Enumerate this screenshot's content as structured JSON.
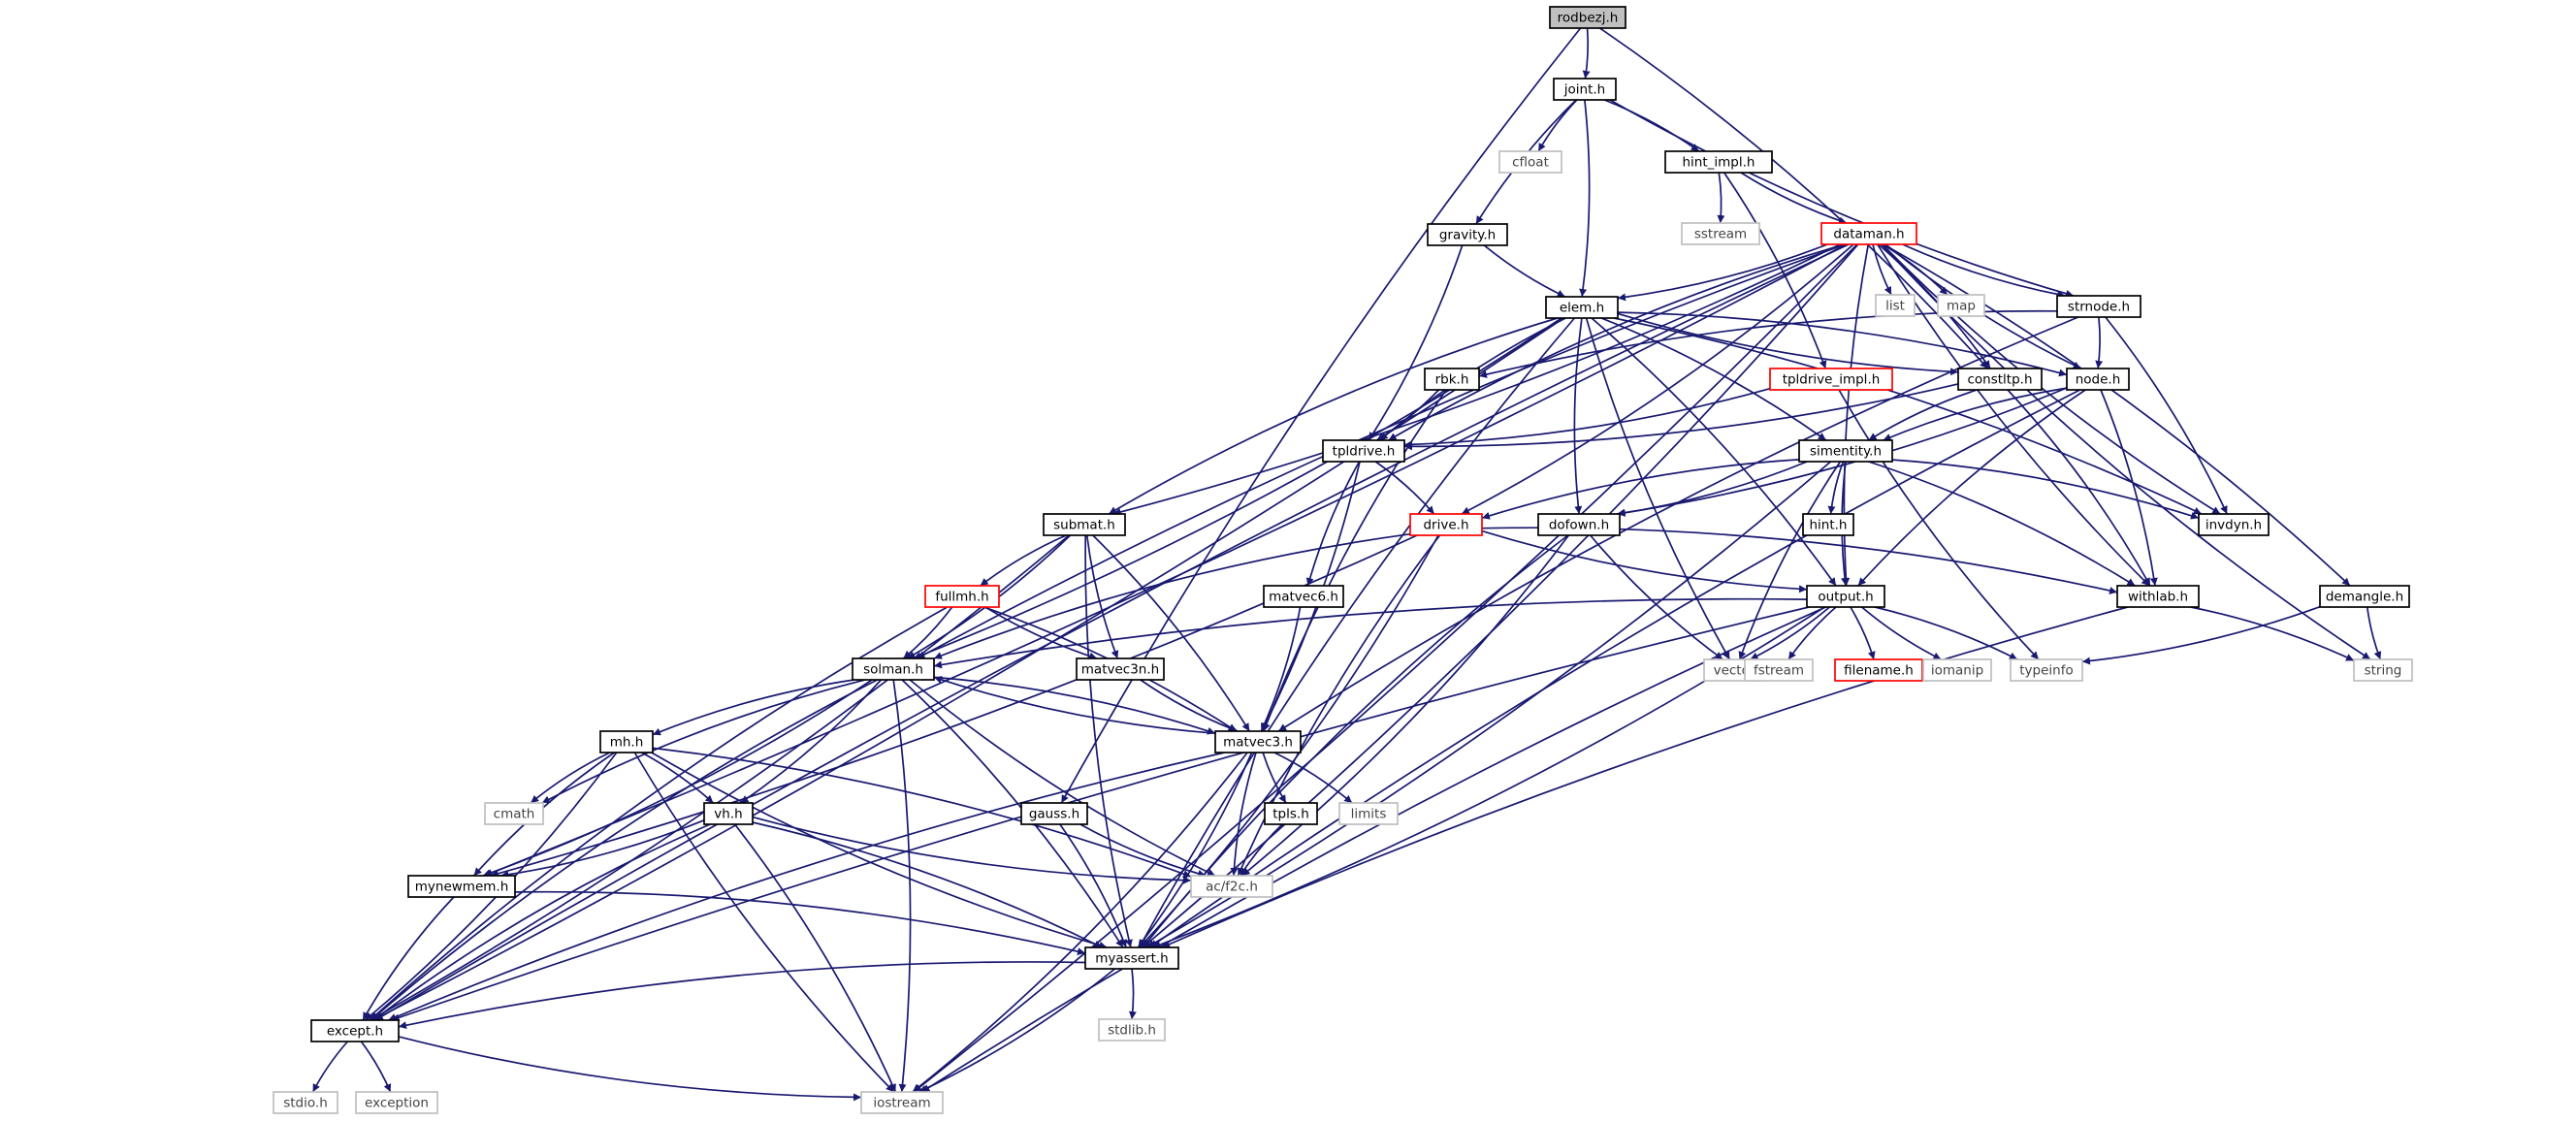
{
  "graph": {
    "colors": {
      "edge": "#191970",
      "main_fill": "#c0c0c0",
      "normal_border": "#000000",
      "truncated_border": "#ff0000",
      "system_border": "#bfbfbf"
    },
    "nodes": [
      {
        "id": "rodbezj",
        "label": "rodbezj.h",
        "kind": "main"
      },
      {
        "id": "joint",
        "label": "joint.h",
        "kind": "normal"
      },
      {
        "id": "cfloat",
        "label": "cfloat",
        "kind": "system"
      },
      {
        "id": "hint_impl",
        "label": "hint_impl.h",
        "kind": "normal"
      },
      {
        "id": "sstream",
        "label": "sstream",
        "kind": "system"
      },
      {
        "id": "gravity",
        "label": "gravity.h",
        "kind": "normal"
      },
      {
        "id": "dataman",
        "label": "dataman.h",
        "kind": "truncated"
      },
      {
        "id": "list",
        "label": "list",
        "kind": "system"
      },
      {
        "id": "map",
        "label": "map",
        "kind": "system"
      },
      {
        "id": "strnode",
        "label": "strnode.h",
        "kind": "normal"
      },
      {
        "id": "elem",
        "label": "elem.h",
        "kind": "normal"
      },
      {
        "id": "rbk",
        "label": "rbk.h",
        "kind": "normal"
      },
      {
        "id": "tpldrive_impl",
        "label": "tpldrive_impl.h",
        "kind": "truncated"
      },
      {
        "id": "constltp",
        "label": "constltp.h",
        "kind": "normal"
      },
      {
        "id": "node",
        "label": "node.h",
        "kind": "normal"
      },
      {
        "id": "tpldrive",
        "label": "tpldrive.h",
        "kind": "normal"
      },
      {
        "id": "simentity",
        "label": "simentity.h",
        "kind": "normal"
      },
      {
        "id": "submat",
        "label": "submat.h",
        "kind": "normal"
      },
      {
        "id": "drive",
        "label": "drive.h",
        "kind": "truncated"
      },
      {
        "id": "dofown",
        "label": "dofown.h",
        "kind": "normal"
      },
      {
        "id": "hint",
        "label": "hint.h",
        "kind": "normal"
      },
      {
        "id": "invdyn",
        "label": "invdyn.h",
        "kind": "normal"
      },
      {
        "id": "fullmh",
        "label": "fullmh.h",
        "kind": "truncated"
      },
      {
        "id": "matvec6",
        "label": "matvec6.h",
        "kind": "normal"
      },
      {
        "id": "output",
        "label": "output.h",
        "kind": "normal"
      },
      {
        "id": "withlab",
        "label": "withlab.h",
        "kind": "normal"
      },
      {
        "id": "demangle",
        "label": "demangle.h",
        "kind": "normal"
      },
      {
        "id": "solman",
        "label": "solman.h",
        "kind": "normal"
      },
      {
        "id": "matvec3n",
        "label": "matvec3n.h",
        "kind": "normal"
      },
      {
        "id": "vector",
        "label": "vector",
        "kind": "system"
      },
      {
        "id": "fstream",
        "label": "fstream",
        "kind": "system"
      },
      {
        "id": "filename",
        "label": "filename.h",
        "kind": "truncated"
      },
      {
        "id": "iomanip",
        "label": "iomanip",
        "kind": "system"
      },
      {
        "id": "typeinfo",
        "label": "typeinfo",
        "kind": "system"
      },
      {
        "id": "string",
        "label": "string",
        "kind": "system"
      },
      {
        "id": "mh",
        "label": "mh.h",
        "kind": "normal"
      },
      {
        "id": "matvec3",
        "label": "matvec3.h",
        "kind": "normal"
      },
      {
        "id": "cmath",
        "label": "cmath",
        "kind": "system"
      },
      {
        "id": "vh",
        "label": "vh.h",
        "kind": "normal"
      },
      {
        "id": "gauss",
        "label": "gauss.h",
        "kind": "normal"
      },
      {
        "id": "tpls",
        "label": "tpls.h",
        "kind": "normal"
      },
      {
        "id": "limits",
        "label": "limits",
        "kind": "system"
      },
      {
        "id": "mynewmem",
        "label": "mynewmem.h",
        "kind": "normal"
      },
      {
        "id": "ac_f2c",
        "label": "ac/f2c.h",
        "kind": "system"
      },
      {
        "id": "myassert",
        "label": "myassert.h",
        "kind": "normal"
      },
      {
        "id": "except",
        "label": "except.h",
        "kind": "normal"
      },
      {
        "id": "stdlib",
        "label": "stdlib.h",
        "kind": "system"
      },
      {
        "id": "stdio",
        "label": "stdio.h",
        "kind": "system"
      },
      {
        "id": "exception",
        "label": "exception",
        "kind": "system"
      },
      {
        "id": "iostream",
        "label": "iostream",
        "kind": "system"
      }
    ],
    "edges": [
      [
        "rodbezj",
        "joint"
      ],
      [
        "rodbezj",
        "gauss"
      ],
      [
        "rodbezj",
        "constltp"
      ],
      [
        "joint",
        "cfloat"
      ],
      [
        "joint",
        "hint_impl"
      ],
      [
        "joint",
        "gravity"
      ],
      [
        "joint",
        "elem"
      ],
      [
        "joint",
        "strnode"
      ],
      [
        "hint_impl",
        "sstream"
      ],
      [
        "hint_impl",
        "dataman"
      ],
      [
        "hint_impl",
        "tpldrive_impl"
      ],
      [
        "gravity",
        "elem"
      ],
      [
        "gravity",
        "tpldrive"
      ],
      [
        "dataman",
        "list"
      ],
      [
        "dataman",
        "map"
      ],
      [
        "dataman",
        "strnode"
      ],
      [
        "dataman",
        "elem"
      ],
      [
        "dataman",
        "node"
      ],
      [
        "dataman",
        "constltp"
      ],
      [
        "dataman",
        "invdyn"
      ],
      [
        "dataman",
        "demangle"
      ],
      [
        "dataman",
        "string"
      ],
      [
        "dataman",
        "iostream"
      ],
      [
        "dataman",
        "except"
      ],
      [
        "dataman",
        "submat"
      ],
      [
        "dataman",
        "solman"
      ],
      [
        "dataman",
        "mynewmem"
      ],
      [
        "dataman",
        "output"
      ],
      [
        "dataman",
        "drive"
      ],
      [
        "dataman",
        "tpldrive"
      ],
      [
        "dataman",
        "myassert"
      ],
      [
        "dataman",
        "withlab"
      ],
      [
        "strnode",
        "node"
      ],
      [
        "strnode",
        "rbk"
      ],
      [
        "strnode",
        "invdyn"
      ],
      [
        "strnode",
        "matvec3"
      ],
      [
        "elem",
        "node"
      ],
      [
        "elem",
        "constltp"
      ],
      [
        "elem",
        "simentity"
      ],
      [
        "elem",
        "submat"
      ],
      [
        "elem",
        "solman"
      ],
      [
        "elem",
        "dofown"
      ],
      [
        "elem",
        "output"
      ],
      [
        "elem",
        "vector"
      ],
      [
        "elem",
        "except"
      ],
      [
        "elem",
        "myassert"
      ],
      [
        "elem",
        "invdyn"
      ],
      [
        "elem",
        "tpldrive"
      ],
      [
        "rbk",
        "tpldrive"
      ],
      [
        "rbk",
        "matvec3"
      ],
      [
        "tpldrive_impl",
        "tpldrive"
      ],
      [
        "tpldrive_impl",
        "typeinfo"
      ],
      [
        "constltp",
        "tpldrive"
      ],
      [
        "constltp",
        "simentity"
      ],
      [
        "constltp",
        "withlab"
      ],
      [
        "node",
        "simentity"
      ],
      [
        "node",
        "dofown"
      ],
      [
        "node",
        "output"
      ],
      [
        "node",
        "withlab"
      ],
      [
        "node",
        "myassert"
      ],
      [
        "tpldrive",
        "drive"
      ],
      [
        "tpldrive",
        "matvec6"
      ],
      [
        "tpldrive",
        "matvec3"
      ],
      [
        "simentity",
        "drive"
      ],
      [
        "simentity",
        "dofown"
      ],
      [
        "simentity",
        "hint"
      ],
      [
        "simentity",
        "invdyn"
      ],
      [
        "simentity",
        "output"
      ],
      [
        "simentity",
        "withlab"
      ],
      [
        "simentity",
        "vector"
      ],
      [
        "simentity",
        "myassert"
      ],
      [
        "submat",
        "fullmh"
      ],
      [
        "submat",
        "solman"
      ],
      [
        "submat",
        "matvec3n"
      ],
      [
        "submat",
        "matvec3"
      ],
      [
        "submat",
        "myassert"
      ],
      [
        "submat",
        "except"
      ],
      [
        "drive",
        "output"
      ],
      [
        "drive",
        "withlab"
      ],
      [
        "drive",
        "solman"
      ],
      [
        "drive",
        "mynewmem"
      ],
      [
        "drive",
        "ac_f2c"
      ],
      [
        "drive",
        "myassert"
      ],
      [
        "dofown",
        "myassert"
      ],
      [
        "dofown",
        "ac_f2c"
      ],
      [
        "dofown",
        "vector"
      ],
      [
        "fullmh",
        "solman"
      ],
      [
        "fullmh",
        "matvec3n"
      ],
      [
        "fullmh",
        "matvec3"
      ],
      [
        "fullmh",
        "except"
      ],
      [
        "matvec6",
        "matvec3"
      ],
      [
        "output",
        "solman"
      ],
      [
        "output",
        "vector"
      ],
      [
        "output",
        "fstream"
      ],
      [
        "output",
        "filename"
      ],
      [
        "output",
        "iomanip"
      ],
      [
        "output",
        "typeinfo"
      ],
      [
        "output",
        "iostream"
      ],
      [
        "output",
        "myassert"
      ],
      [
        "output",
        "except"
      ],
      [
        "withlab",
        "string"
      ],
      [
        "withlab",
        "myassert"
      ],
      [
        "demangle",
        "typeinfo"
      ],
      [
        "demangle",
        "string"
      ],
      [
        "solman",
        "matvec3"
      ],
      [
        "solman",
        "mh"
      ],
      [
        "solman",
        "vh"
      ],
      [
        "solman",
        "cmath"
      ],
      [
        "solman",
        "mynewmem"
      ],
      [
        "solman",
        "except"
      ],
      [
        "solman",
        "myassert"
      ],
      [
        "solman",
        "ac_f2c"
      ],
      [
        "solman",
        "iostream"
      ],
      [
        "matvec3n",
        "matvec3"
      ],
      [
        "matvec3",
        "solman"
      ],
      [
        "matvec3",
        "tpls"
      ],
      [
        "matvec3",
        "limits"
      ],
      [
        "matvec3",
        "ac_f2c"
      ],
      [
        "matvec3",
        "myassert"
      ],
      [
        "matvec3",
        "except"
      ],
      [
        "matvec3",
        "iostream"
      ],
      [
        "mh",
        "cmath"
      ],
      [
        "mh",
        "vh"
      ],
      [
        "mh",
        "mynewmem"
      ],
      [
        "mh",
        "except"
      ],
      [
        "mh",
        "myassert"
      ],
      [
        "mh",
        "ac_f2c"
      ],
      [
        "mh",
        "iostream"
      ],
      [
        "vh",
        "mynewmem"
      ],
      [
        "vh",
        "except"
      ],
      [
        "vh",
        "myassert"
      ],
      [
        "vh",
        "ac_f2c"
      ],
      [
        "vh",
        "iostream"
      ],
      [
        "gauss",
        "ac_f2c"
      ],
      [
        "gauss",
        "myassert"
      ],
      [
        "tpls",
        "ac_f2c"
      ],
      [
        "mynewmem",
        "myassert"
      ],
      [
        "mynewmem",
        "except"
      ],
      [
        "myassert",
        "stdlib"
      ],
      [
        "myassert",
        "except"
      ],
      [
        "myassert",
        "iostream"
      ],
      [
        "except",
        "stdio"
      ],
      [
        "except",
        "exception"
      ],
      [
        "except",
        "iostream"
      ]
    ]
  }
}
